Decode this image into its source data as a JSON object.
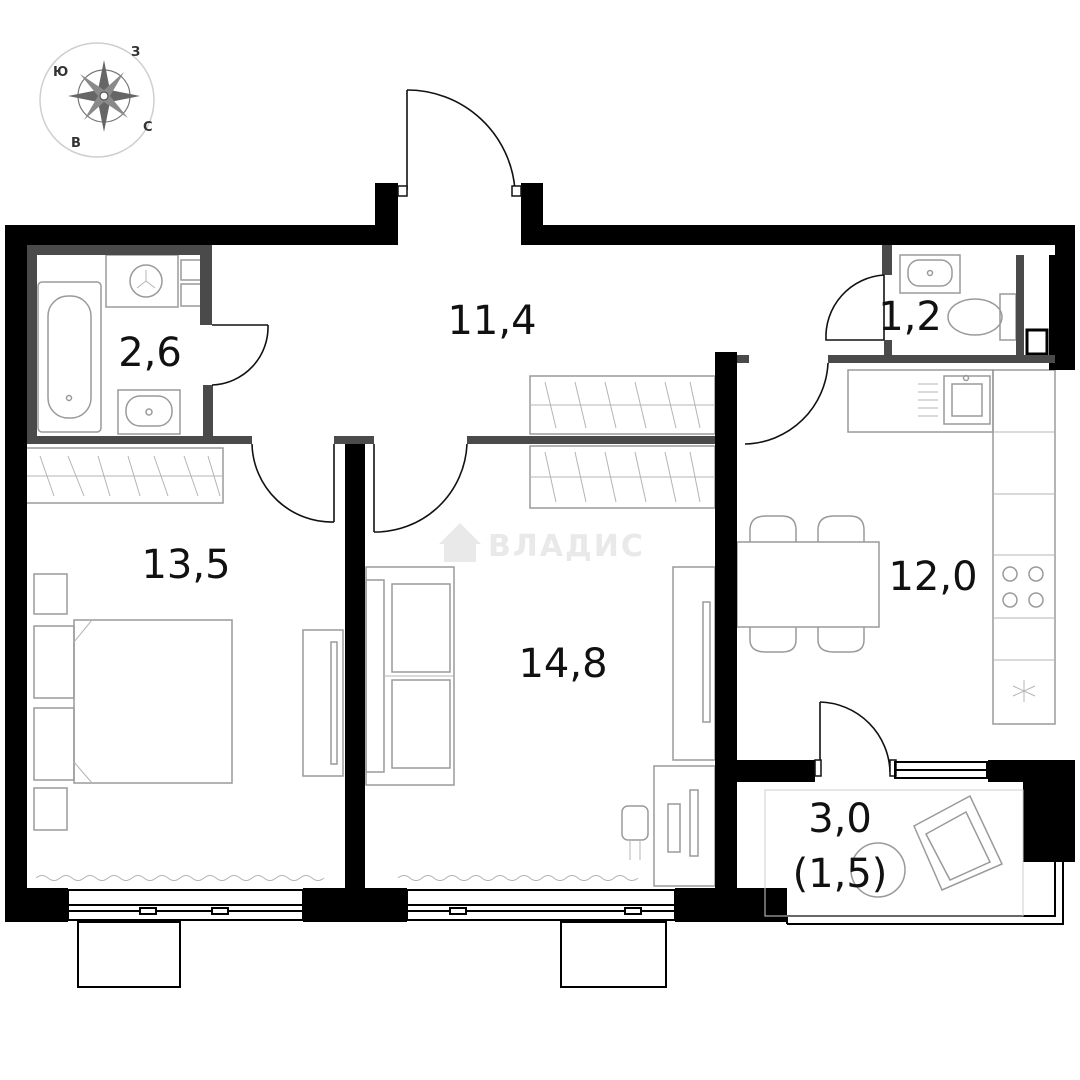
{
  "compass": {
    "letters": {
      "north_east": "З",
      "north_west": "Ю",
      "south_west": "В",
      "south_east": "С"
    }
  },
  "watermark": {
    "text": "ВЛАДИС"
  },
  "rooms": {
    "bathroom": {
      "area": "2,6"
    },
    "hallway": {
      "area": "11,4"
    },
    "toilet": {
      "area": "1,2"
    },
    "bedroom": {
      "area": "13,5"
    },
    "living_room": {
      "area": "14,8"
    },
    "kitchen": {
      "area": "12,0"
    },
    "balcony": {
      "area": "3,0",
      "reduced_area": "(1,5)"
    }
  },
  "colors": {
    "wall": "#000000",
    "partition": "#4a4a4a",
    "furniture": "#9a9a9a",
    "label": "#111111"
  }
}
